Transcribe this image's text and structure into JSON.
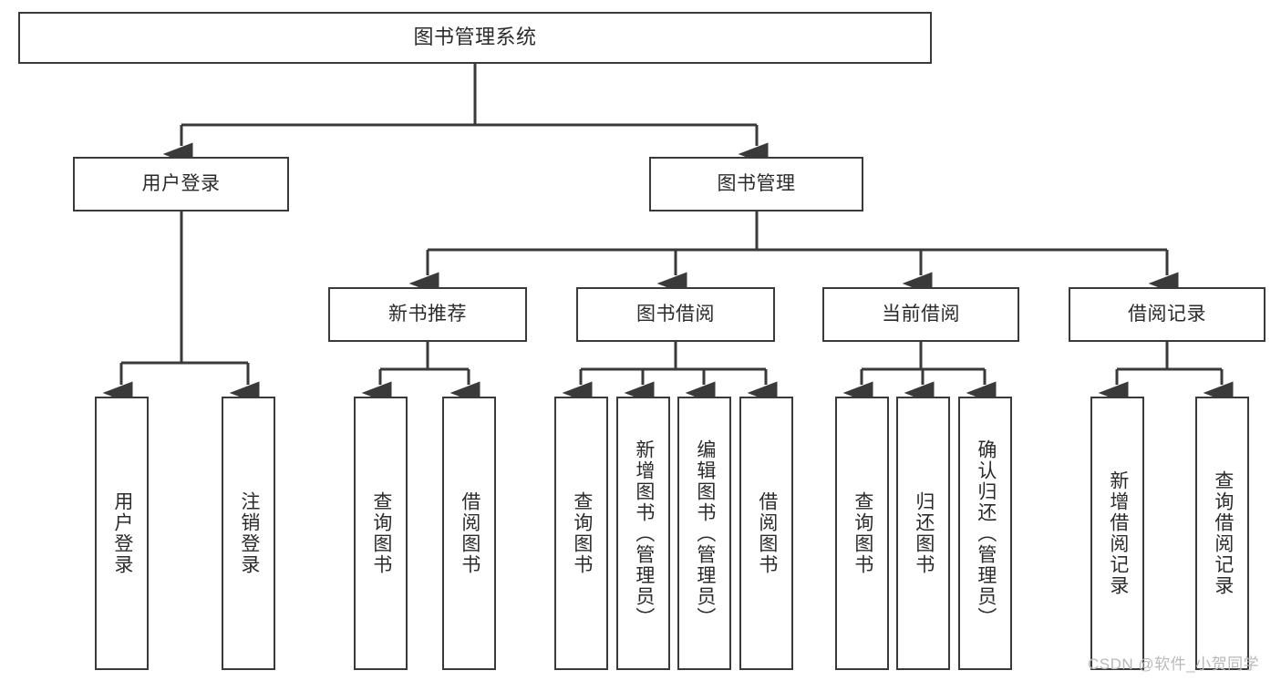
{
  "diagram": {
    "title": "图书管理系统",
    "watermark": "CSDN @软件_小贺同学",
    "line_color": "#3a3a3a",
    "box_fill": "#ffffff",
    "text_color": "#2b2b2b",
    "nodes": {
      "root": {
        "label": "图书管理系统"
      },
      "level2": [
        {
          "id": "user-login",
          "label": "用户登录"
        },
        {
          "id": "book-manage",
          "label": "图书管理"
        }
      ],
      "level3": [
        {
          "id": "new-book-recommend",
          "label": "新书推荐"
        },
        {
          "id": "book-borrow",
          "label": "图书借阅"
        },
        {
          "id": "current-borrow",
          "label": "当前借阅"
        },
        {
          "id": "borrow-record",
          "label": "借阅记录"
        }
      ],
      "leaves": {
        "user_login": [
          {
            "id": "leaf-user-login",
            "label": "用户登录"
          },
          {
            "id": "leaf-logout-login",
            "label": "注销登录"
          }
        ],
        "new_book_recommend": [
          {
            "id": "leaf-query-book-1",
            "label": "查询图书"
          },
          {
            "id": "leaf-borrow-book-1",
            "label": "借阅图书"
          }
        ],
        "book_borrow": [
          {
            "id": "leaf-query-book-2",
            "label": "查询图书"
          },
          {
            "id": "leaf-add-book",
            "label": "新增图书（管理员）"
          },
          {
            "id": "leaf-edit-book",
            "label": "编辑图书（管理员）"
          },
          {
            "id": "leaf-borrow-book-2",
            "label": "借阅图书"
          }
        ],
        "current_borrow": [
          {
            "id": "leaf-query-book-3",
            "label": "查询图书"
          },
          {
            "id": "leaf-return-book",
            "label": "归还图书"
          },
          {
            "id": "leaf-confirm-return",
            "label": "确认归还（管理员）"
          }
        ],
        "borrow_record": [
          {
            "id": "leaf-add-record",
            "label": "新增借阅记录"
          },
          {
            "id": "leaf-query-record",
            "label": "查询借阅记录"
          }
        ]
      }
    }
  }
}
